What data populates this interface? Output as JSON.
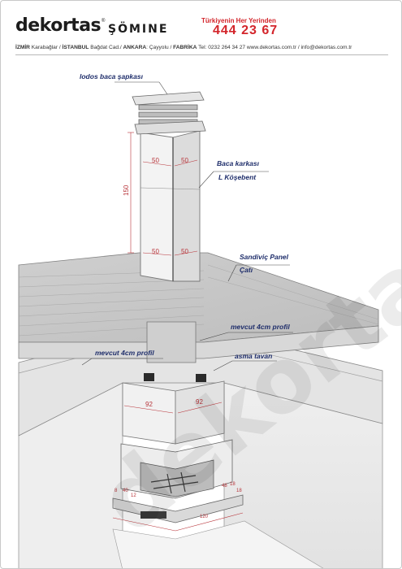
{
  "header": {
    "brand_name": "dekortas",
    "brand_reg": "®",
    "brand_sub": "ŞÖMINE",
    "tagline": "Türkiyenin Her Yerinden",
    "phone": "444 23 67",
    "addr_izmir": "İZMİR",
    "addr_izmir_loc": " Karabağlar / ",
    "addr_istanbul": "İSTANBUL",
    "addr_istanbul_loc": " Bağdat Cad./ ",
    "addr_ankara": "ANKARA",
    "addr_ankara_loc": ": Çayyolu  / ",
    "addr_fabrika": "FABRİKA",
    "addr_contact": " Tel: 0232 264 34 27 www.dekortas.com.tr / info@dekortas.com.tr"
  },
  "labels": {
    "cap": "lodos baca şapkası",
    "frame_1": "Baca karkası",
    "frame_2": "L Köşebent",
    "roof_1": "Sandiviç Panel",
    "roof_2": "Çatı",
    "profile_right": "mevcut 4cm profil",
    "profile_left": "mevcut 4cm profil",
    "ceiling": "asma tavan"
  },
  "dims": {
    "height": "150",
    "w_top_left": "50",
    "w_top_right": "50",
    "w_bot_left": "50",
    "w_bot_right": "50",
    "hood_left": "92",
    "hood_right": "92",
    "f1": "8",
    "f2": "40",
    "f3": "12",
    "f4": "48",
    "f5": "18",
    "f6": "18",
    "f7": "120"
  },
  "watermark": "dekortas",
  "colors": {
    "accent_red": "#d3252b",
    "label_blue": "#1f2e6b",
    "dim_red": "#b8343a"
  }
}
